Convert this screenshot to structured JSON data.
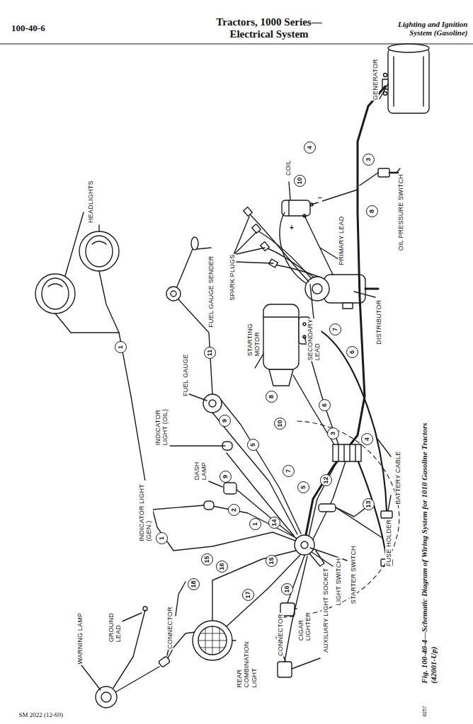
{
  "diagram": {
    "title": "Tractors, 1000 Series— Electrical System",
    "caption": "Fig. 100-40-4—Schematic Diagram of Wiring System for 1010 Gasoline Tractors (42001-Up)",
    "labels": [
      "100-40-6",
      "Lighting and Ignition System (Gasoline)",
      "HEADLIGHTS",
      "GENERATOR",
      "COIL",
      "FUEL GAUGE SENDER",
      "SPARK PLUGS",
      "OIL PRESSURE SWITCH",
      "PRIMARY LEAD",
      "SECONDARY LEAD",
      "DISTRIBUTOR",
      "FUEL GAUGE",
      "STARTING MOTOR",
      "INDICATOR LIGHT (OIL)",
      "INDICATOR LIGHT (GEN.)",
      "DASH LAMP",
      "BATTERY CABLE",
      "FUSE HOLDER",
      "STARTER SWITCH",
      "LIGHT SWITCH",
      "AUXILIARY LIGHT SOCKET",
      "CIGAR LIGHTER",
      "CONNECTOR",
      "CONNECTOR",
      "REAR COMBINATION LIGHT",
      "GROUND LEAD",
      "WARNING LAMP",
      "8257",
      "SM 2022 (12-69)",
      "+",
      "−",
      "1",
      "1",
      "1",
      "2",
      "3",
      "3",
      "4",
      "4",
      "5",
      "5",
      "6",
      "6",
      "7",
      "7",
      "8",
      "8",
      "9",
      "9",
      "10",
      "10",
      "11",
      "12",
      "13",
      "14",
      "15",
      "15",
      "16",
      "16",
      "17",
      "18"
    ]
  }
}
